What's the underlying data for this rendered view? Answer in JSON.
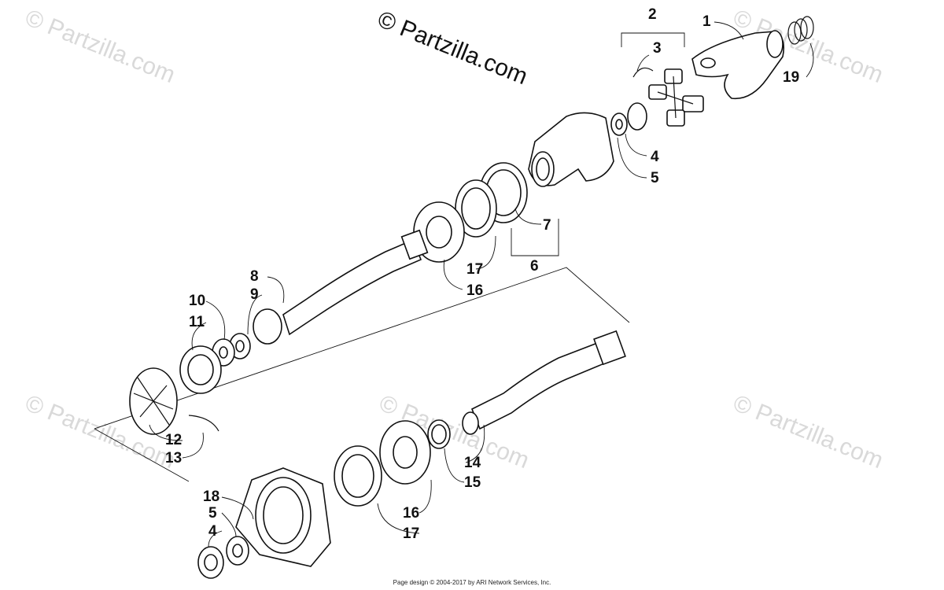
{
  "brand": "© Partzilla.com",
  "watermark": "© Partzilla.com",
  "footer": "Page design © 2004-2017 by ARI Network Services, Inc.",
  "callouts": [
    "1",
    "2",
    "3",
    "4",
    "5",
    "6",
    "7",
    "8",
    "9",
    "10",
    "11",
    "12",
    "13",
    "14",
    "15",
    "16",
    "17",
    "18",
    "19"
  ],
  "lower_callouts": [
    "4",
    "5",
    "16",
    "17"
  ]
}
